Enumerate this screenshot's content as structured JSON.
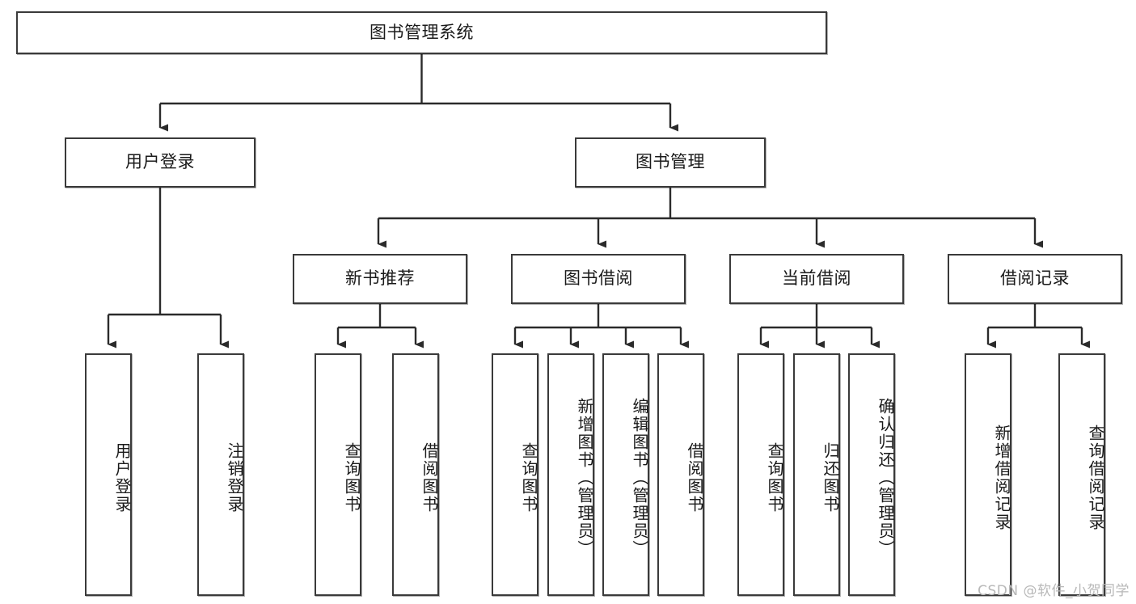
{
  "diagram": {
    "title": "图书管理系统",
    "type": "tree-hierarchy-chart",
    "colors": {
      "node_border": "#3a3a3a",
      "node_fill": "#ffffff",
      "edge": "#2b2b2b",
      "text": "#1a1a1a",
      "watermark": "#b8b8b8"
    }
  },
  "root": {
    "label": "图书管理系统"
  },
  "level2": [
    {
      "label": "用户登录"
    },
    {
      "label": "图书管理"
    }
  ],
  "level3": [
    {
      "label": "新书推荐"
    },
    {
      "label": "图书借阅"
    },
    {
      "label": "当前借阅"
    },
    {
      "label": "借阅记录"
    }
  ],
  "leaves": {
    "user_login": [
      {
        "label": "用户登录"
      },
      {
        "label": "注销登录"
      }
    ],
    "new_book_recommend": [
      {
        "label": "查询图书"
      },
      {
        "label": "借阅图书"
      }
    ],
    "book_borrow": [
      {
        "label": "查询图书"
      },
      {
        "label": "新增图书（管理员）"
      },
      {
        "label": "编辑图书（管理员）"
      },
      {
        "label": "借阅图书"
      }
    ],
    "current_borrow": [
      {
        "label": "查询图书"
      },
      {
        "label": "归还图书"
      },
      {
        "label": "确认归还（管理员）"
      }
    ],
    "borrow_record": [
      {
        "label": "新增借阅记录"
      },
      {
        "label": "查询借阅记录"
      }
    ]
  },
  "watermark": {
    "text": "CSDN @软件_小贺同学"
  }
}
